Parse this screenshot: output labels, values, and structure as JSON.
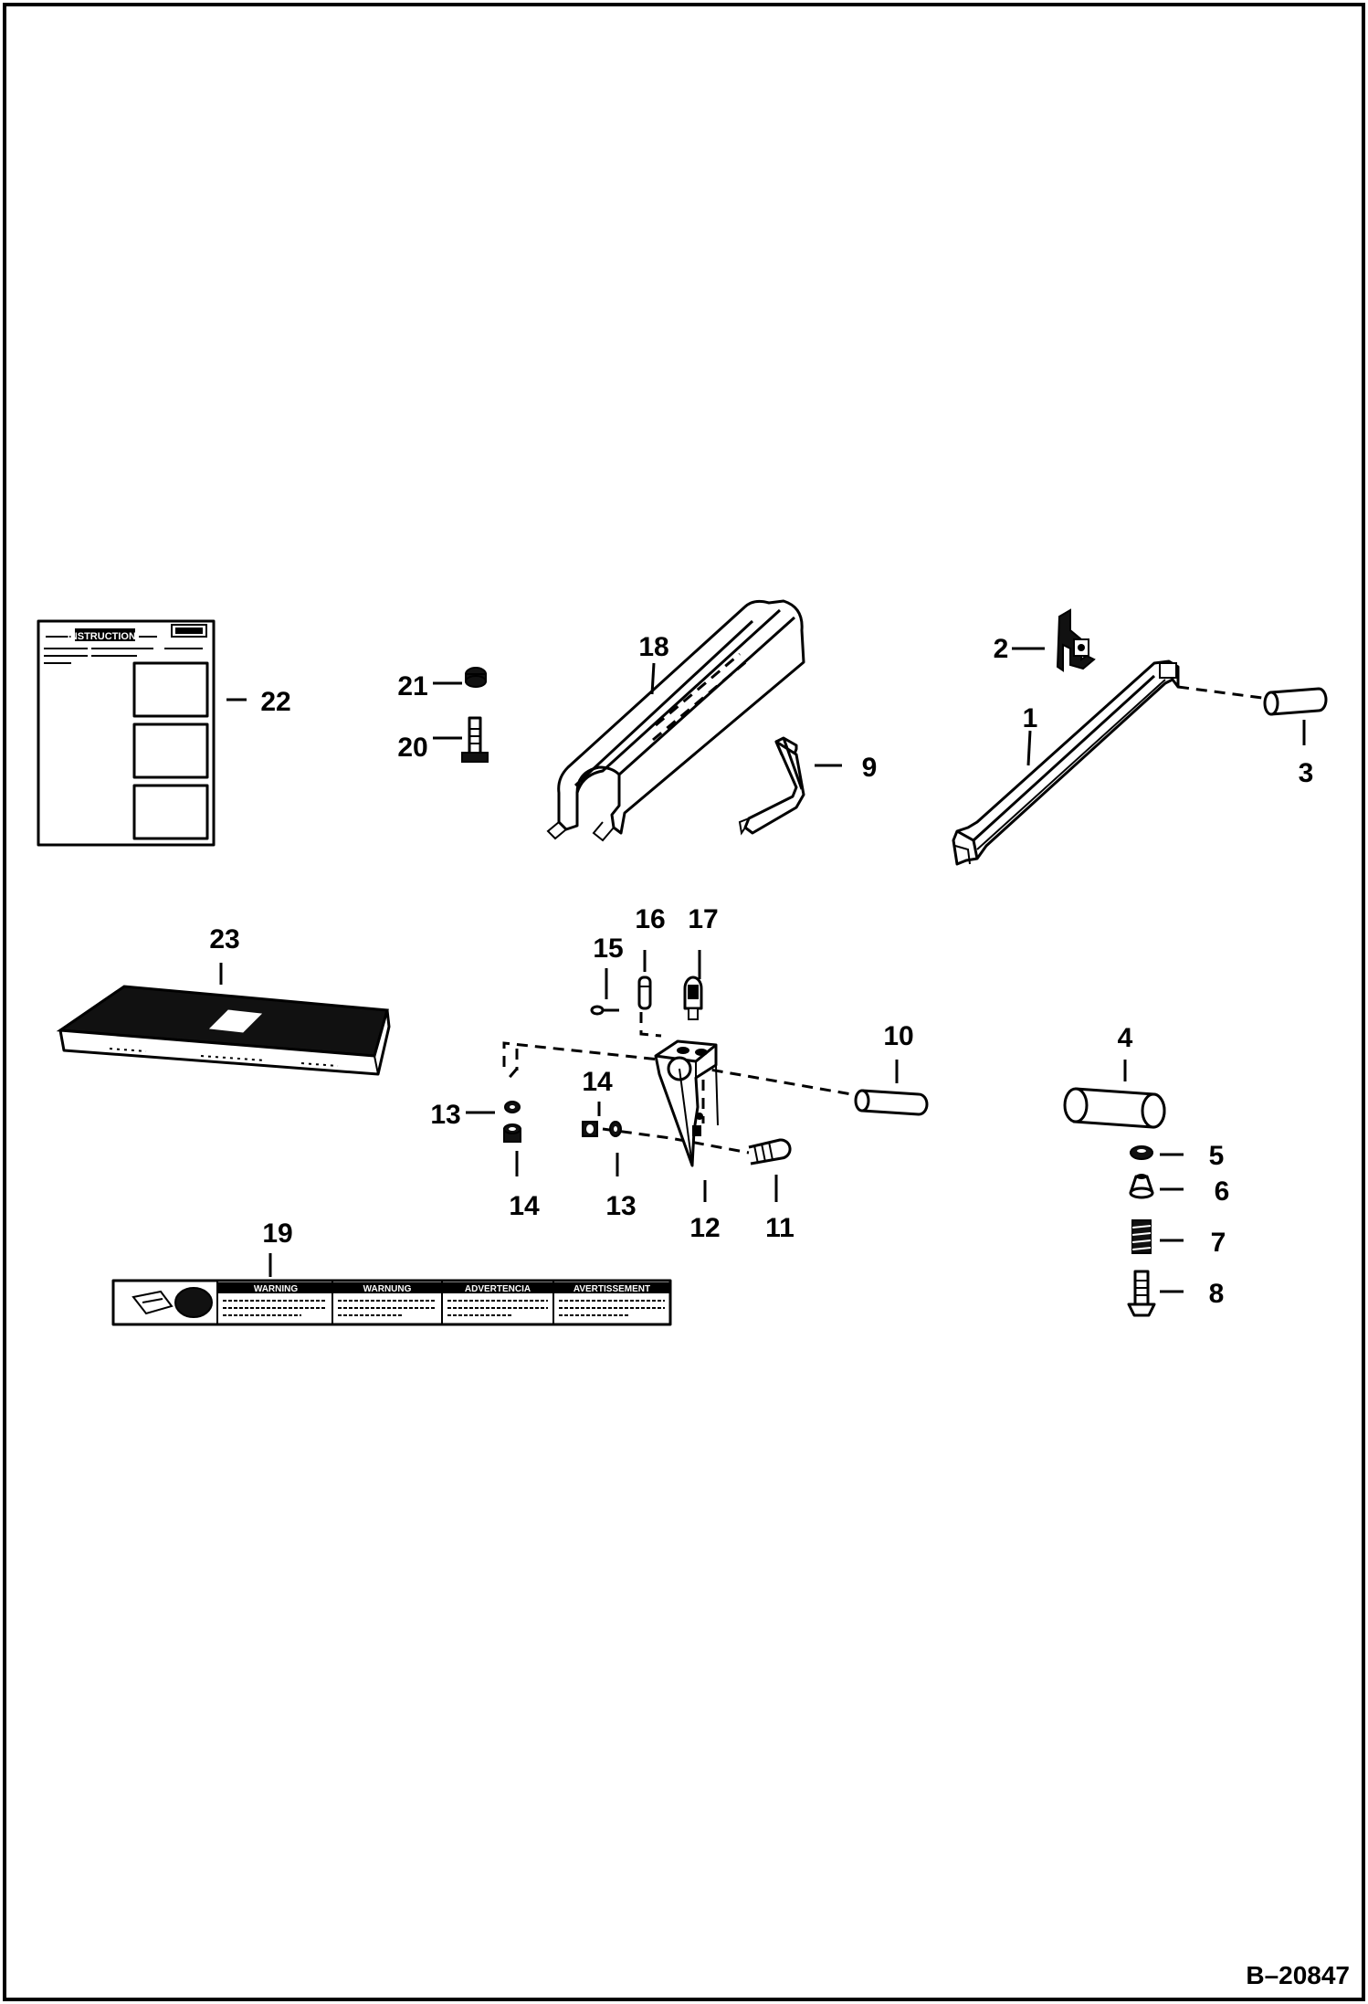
{
  "diagram": {
    "reference_code": "B–20847",
    "callouts": [
      "1",
      "2",
      "3",
      "4",
      "5",
      "6",
      "7",
      "8",
      "9",
      "10",
      "11",
      "12",
      "13",
      "14",
      "15",
      "16",
      "17",
      "18",
      "19",
      "20",
      "21",
      "22",
      "23"
    ],
    "instruction_sheet": {
      "heading": "INSTRUCTIONS"
    },
    "warning_decal": {
      "panels": [
        "WARNING",
        "WARNUNG",
        "ADVERTENCIA",
        "AVERTISSEMENT"
      ]
    }
  }
}
